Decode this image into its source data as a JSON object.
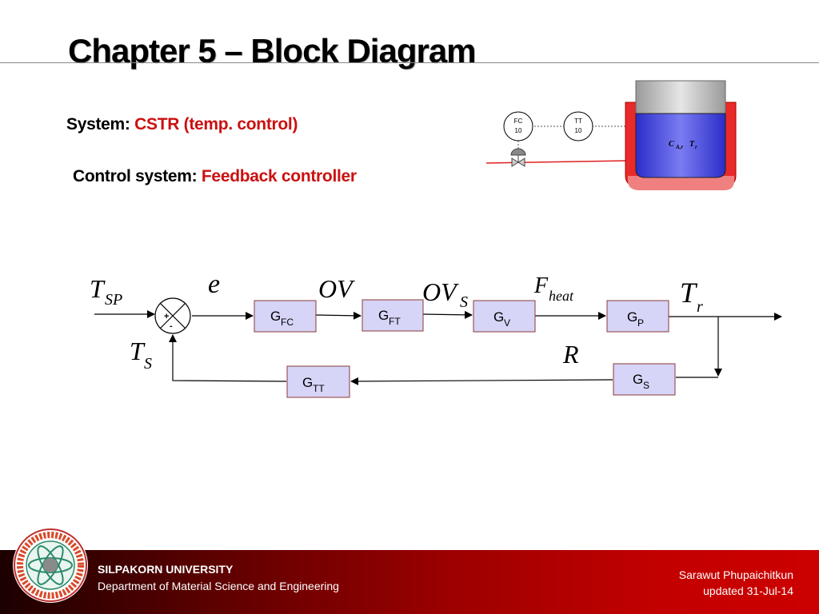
{
  "title": "Chapter 5 – Block Diagram",
  "system": {
    "label": "System:",
    "value": "CSTR (temp. control)"
  },
  "control_system": {
    "label": "Control system:",
    "value": "Feedback controller"
  },
  "pid": {
    "fc_tag": "FC",
    "fc_num": "10",
    "tt_tag": "TT",
    "tt_num": "10",
    "reactor_label_c": "C",
    "reactor_sub_c": "A,r",
    "reactor_label_t": "T",
    "reactor_sub_t": "r"
  },
  "blocks": {
    "gfc": {
      "main": "G",
      "sub": "FC"
    },
    "gft": {
      "main": "G",
      "sub": "FT"
    },
    "gv": {
      "main": "G",
      "sub": "V"
    },
    "gp": {
      "main": "G",
      "sub": "P"
    },
    "gs": {
      "main": "G",
      "sub": "S"
    },
    "gtt": {
      "main": "G",
      "sub": "TT"
    }
  },
  "signals": {
    "tsp_main": "T",
    "tsp_sub": "SP",
    "e": "e",
    "ov": "OV",
    "ovs_main": "OV",
    "ovs_sub": "S",
    "fheat_main": "F",
    "fheat_sub": "heat",
    "tr_main": "T",
    "tr_sub": "r",
    "ts_main": "T",
    "ts_sub": "S",
    "r": "R"
  },
  "summing_junction": {
    "plus": "+",
    "minus": "-"
  },
  "footer": {
    "university": "SILPAKORN UNIVERSITY",
    "department": "Department of Material Science and Engineering",
    "author": "Sarawut Phupaichitkun",
    "updated": "updated  31-Jul-14"
  },
  "colors": {
    "block_fill": "#d6d4f7",
    "block_border": "#8a3a3a",
    "accent_red": "#cc1010",
    "reactor_blue": "#3a3ee0"
  }
}
